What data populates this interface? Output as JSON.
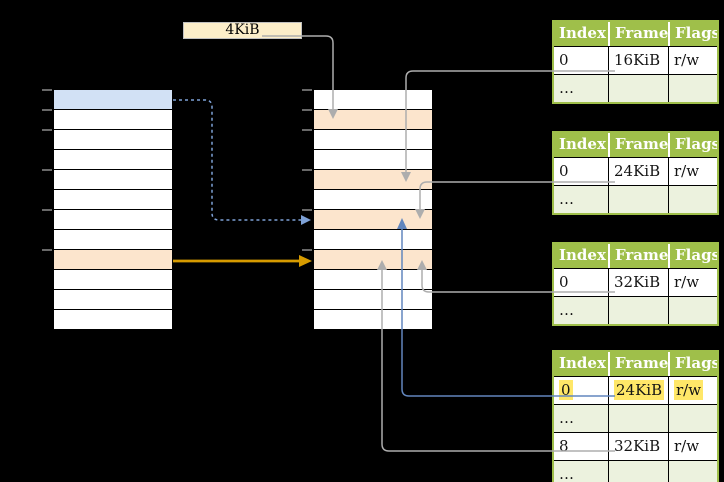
{
  "palette": {
    "bg": "#000000",
    "green-header": "#9fbf4a",
    "green-border": "#9fbf4a",
    "green-light": "#ecf2de",
    "header-text": "#ffffff",
    "cell-text": "#141414",
    "cell-border": "#000000",
    "orange-fill": "#fce5cd",
    "blue-fill": "#d2e1f5",
    "cream-fill": "#fceec9",
    "cream-border": "#c0c0c0",
    "highlight-yellow": "#ffe768",
    "gray-line": "#adadad",
    "blue-line": "#6286bd",
    "blue-dash": "#7ea1d6",
    "orange-line": "#d79b00",
    "tick-gray": "#8a8a8a"
  },
  "size_label": {
    "text": "4KiB"
  },
  "left_column": {
    "row_count": 12,
    "blue_row_index": 0,
    "orange_row_index": 8
  },
  "middle_column": {
    "row_count": 12,
    "orange_row_indices": [
      1,
      4,
      6,
      8
    ]
  },
  "page_tables": [
    {
      "header": [
        "Index",
        "Frame",
        "Flags"
      ],
      "rows": [
        [
          "0",
          "16KiB",
          "r/w"
        ],
        [
          "…",
          "",
          ""
        ]
      ]
    },
    {
      "header": [
        "Index",
        "Frame",
        "Flags"
      ],
      "rows": [
        [
          "0",
          "24KiB",
          "r/w"
        ],
        [
          "…",
          "",
          ""
        ]
      ]
    },
    {
      "header": [
        "Index",
        "Frame",
        "Flags"
      ],
      "rows": [
        [
          "0",
          "32KiB",
          "r/w"
        ],
        [
          "…",
          "",
          ""
        ]
      ]
    },
    {
      "header": [
        "Index",
        "Frame",
        "Flags"
      ],
      "rows": [
        [
          "0",
          "24KiB",
          "r/w"
        ],
        [
          "…",
          "",
          ""
        ],
        [
          "8",
          "32KiB",
          "r/w"
        ],
        [
          "…",
          "",
          ""
        ]
      ],
      "highlighted_row": 0
    }
  ]
}
